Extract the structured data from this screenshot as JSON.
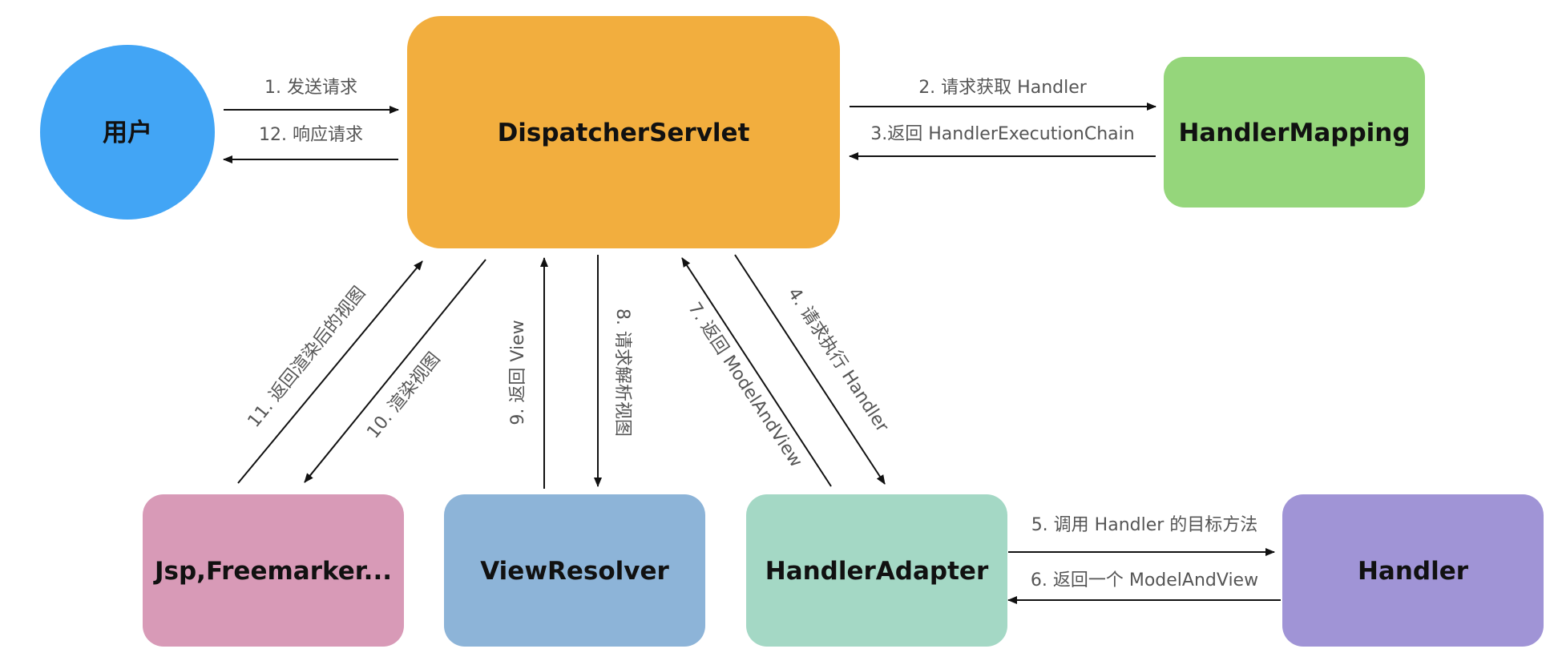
{
  "nodes": {
    "user": {
      "label": "用户",
      "color": "#42A5F5"
    },
    "dispatcher": {
      "label": "DispatcherServlet",
      "color": "#F2AE3E"
    },
    "handler_mapping": {
      "label": "HandlerMapping",
      "color": "#95D67B"
    },
    "views": {
      "label": "Jsp,Freemarker...",
      "color": "#D89AB7"
    },
    "view_resolver": {
      "label": "ViewResolver",
      "color": "#8DB4D8"
    },
    "handler_adapter": {
      "label": "HandlerAdapter",
      "color": "#A4D8C5"
    },
    "handler": {
      "label": "Handler",
      "color": "#A094D6"
    }
  },
  "edges": {
    "e1": {
      "label": "1. 发送请求"
    },
    "e2": {
      "label": "2. 请求获取 Handler"
    },
    "e3": {
      "label": "3.返回 HandlerExecutionChain"
    },
    "e4": {
      "label": "4. 请求执行 Handler"
    },
    "e5": {
      "label": "5. 调用 Handler 的目标方法"
    },
    "e6": {
      "label": "6. 返回一个 ModelAndView"
    },
    "e7": {
      "label": "7. 返回 ModelAndView"
    },
    "e8": {
      "label": "8. 请求解析视图"
    },
    "e9": {
      "label": "9. 返回 View"
    },
    "e10": {
      "label": "10. 渲染视图"
    },
    "e11": {
      "label": "11. 返回渲染后的视图"
    },
    "e12": {
      "label": "12. 响应请求"
    }
  }
}
